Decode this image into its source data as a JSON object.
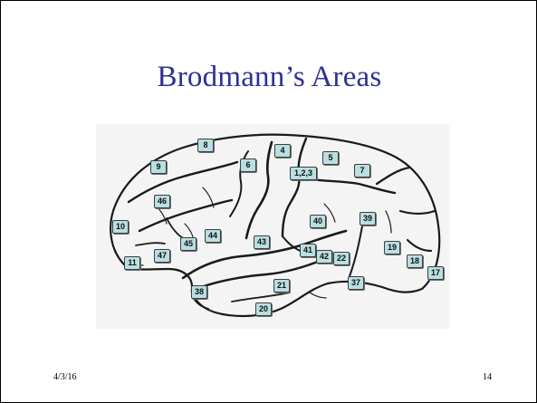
{
  "slide": {
    "title": "Brodmann’s Areas",
    "date": "4/3/16",
    "page_number": "14"
  },
  "figure": {
    "area_labels": [
      "8",
      "4",
      "9",
      "6",
      "5",
      "1,2,3",
      "7",
      "46",
      "10",
      "40",
      "39",
      "44",
      "43",
      "45",
      "41",
      "19",
      "11",
      "47",
      "42",
      "22",
      "18",
      "17",
      "37",
      "21",
      "38",
      "20"
    ]
  },
  "colors": {
    "title": "#2e3192",
    "label_fill": "#b9dfe3",
    "outline": "#1a1a1a"
  }
}
